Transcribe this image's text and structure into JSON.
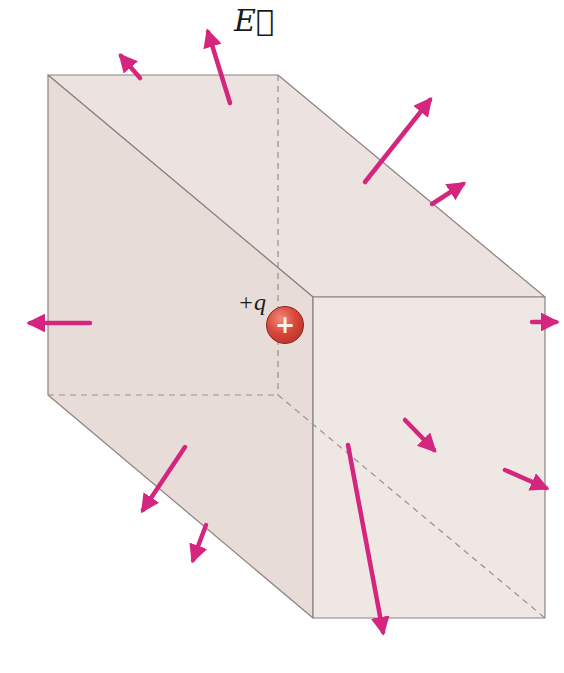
{
  "diagram": {
    "nodes": [
      {
        "text": [
          "+"
        ]
      }
    ],
    "labels": [
      "E⃗",
      "+q"
    ]
  }
}
